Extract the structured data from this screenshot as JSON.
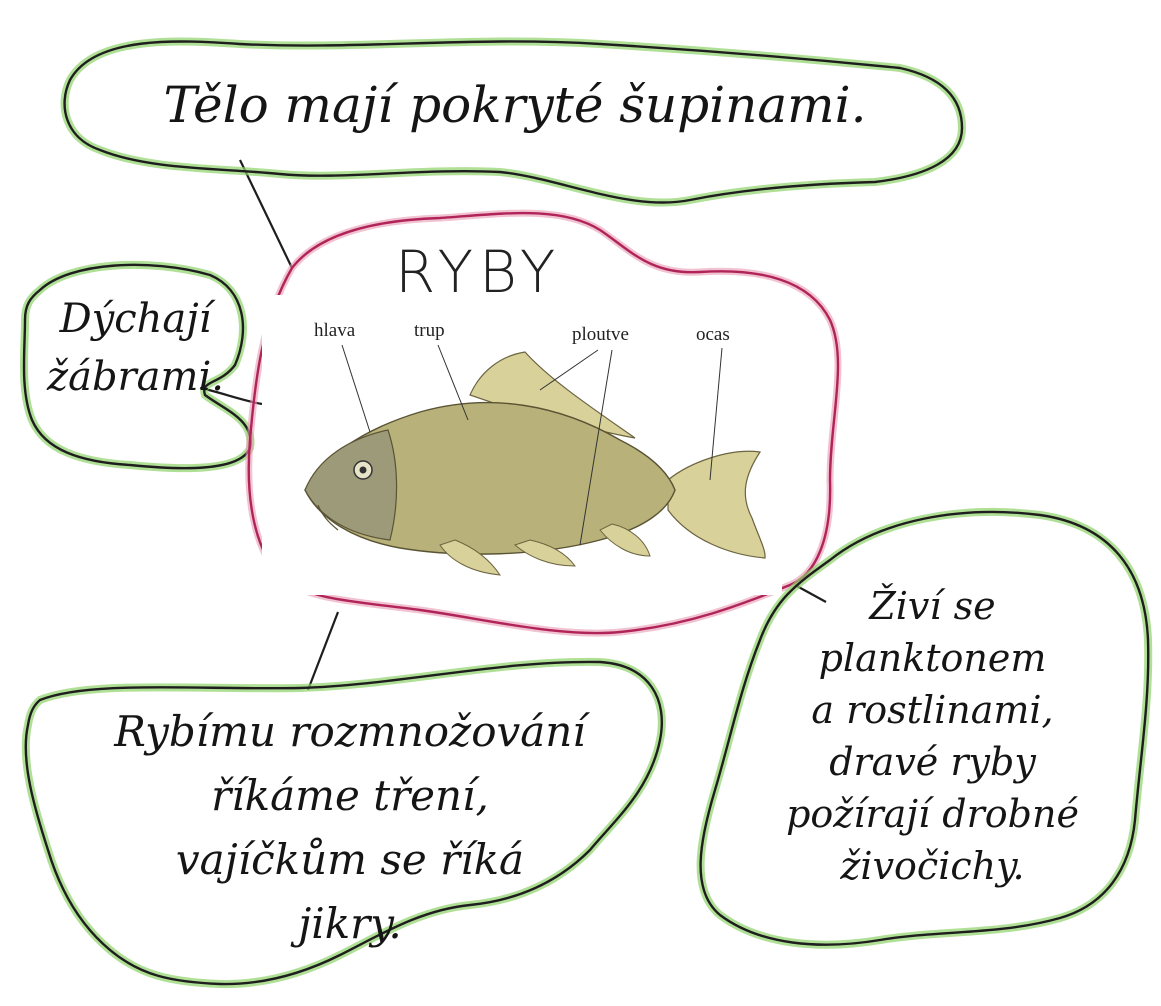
{
  "title": "RYBY",
  "fish_labels": {
    "head": "hlava",
    "body": "trup",
    "fins": "ploutve",
    "tail": "ocas"
  },
  "bubbles": {
    "scales": [
      "Tělo mají pokryté šupinami."
    ],
    "gills": [
      "Dýchají",
      "žábrami."
    ],
    "spawning": [
      "Rybímu rozmnožování",
      "říkáme tření,",
      "vajíčkům se říká",
      "jikry."
    ],
    "diet": [
      "Živí se",
      "planktonem",
      "a rostlinami,",
      "dravé ryby",
      "požírají drobné",
      "živočichy."
    ]
  },
  "colors": {
    "bubble_outline": "#1e1e1e",
    "bubble_halo": "#8fd16a",
    "center_outline": "#b0245a",
    "center_halo": "#e89ab0",
    "fish_body": "#b8b27a",
    "fish_fin": "#d9d19a"
  }
}
